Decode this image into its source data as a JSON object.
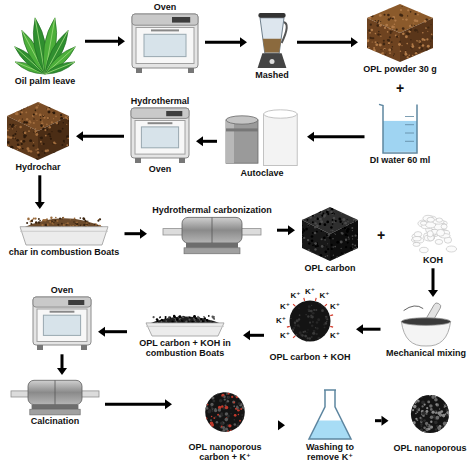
{
  "diagram": {
    "nodes": [
      {
        "text": [
          "Oil palm leave"
        ]
      },
      {
        "text": [
          "Oven"
        ]
      },
      {
        "text": [
          "Mashed"
        ]
      },
      {
        "text": [
          "OPL powder 30 g"
        ]
      },
      {
        "text": [
          "DI water 60 ml"
        ]
      },
      {
        "text": [
          "Autoclave"
        ]
      },
      {
        "text": [
          "Hydrothermal",
          "Oven"
        ]
      },
      {
        "text": [
          "Hydrochar"
        ]
      },
      {
        "text": [
          "char in combustion Boats"
        ]
      },
      {
        "text": [
          "Hydrothermal carbonization"
        ]
      },
      {
        "text": [
          "OPL carbon"
        ]
      },
      {
        "text": [
          "KOH"
        ]
      },
      {
        "text": [
          "Mechanical mixing"
        ]
      },
      {
        "text": [
          "OPL carbon + KOH"
        ]
      },
      {
        "text": [
          "OPL carbon + KOH in combustion Boats"
        ]
      },
      {
        "text": [
          "Oven"
        ]
      },
      {
        "text": [
          "Calcination"
        ]
      },
      {
        "text": [
          "OPL nanoporous carbon + K⁺"
        ]
      },
      {
        "text": [
          "Washing to remove K⁺"
        ]
      },
      {
        "text": [
          "OPL nanoporous"
        ]
      }
    ],
    "edges": [
      {
        "from": 0,
        "to": 1,
        "arrow": "to"
      },
      {
        "from": 1,
        "to": 2,
        "arrow": "to"
      },
      {
        "from": 2,
        "to": 3,
        "arrow": "to"
      },
      {
        "from": 4,
        "to": 5,
        "arrow": "to"
      },
      {
        "from": 5,
        "to": 6,
        "arrow": "to"
      },
      {
        "from": 6,
        "to": 7,
        "arrow": "to"
      },
      {
        "from": 7,
        "to": 8,
        "arrow": "to"
      },
      {
        "from": 8,
        "to": 9,
        "arrow": "to"
      },
      {
        "from": 9,
        "to": 10,
        "arrow": "to"
      },
      {
        "from": 11,
        "to": 12,
        "arrow": "to"
      },
      {
        "from": 12,
        "to": 13,
        "arrow": "to"
      },
      {
        "from": 13,
        "to": 14,
        "arrow": "to"
      },
      {
        "from": 14,
        "to": 15,
        "arrow": "to"
      },
      {
        "from": 15,
        "to": 16,
        "arrow": "to"
      },
      {
        "from": 16,
        "to": 17,
        "arrow": "to"
      },
      {
        "from": 17,
        "to": 18,
        "arrow": "to"
      },
      {
        "from": 18,
        "to": 19,
        "arrow": "to"
      }
    ],
    "labels": [
      "+",
      "+",
      "K⁺",
      "K⁺",
      "K⁺",
      "K⁺",
      "K⁺",
      "K⁺",
      "K⁺",
      "K⁺"
    ]
  }
}
